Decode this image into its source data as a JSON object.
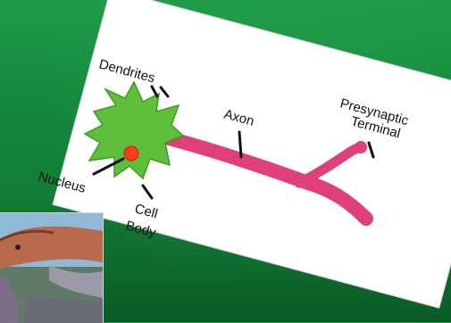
{
  "diagram": {
    "labels": {
      "dendrites": "Dendrites",
      "axon": "Axon",
      "presynaptic_line1": "Presynaptic",
      "presynaptic_line2": "Terminal",
      "nucleus": "Nucleus",
      "cell_line1": "Cell",
      "cell_line2": "Body"
    },
    "colors": {
      "background": "#13843a",
      "card": "#ffffff",
      "cell_body": "#5fbf3a",
      "nucleus": "#ff3b1f",
      "axon": "#e0407a"
    }
  },
  "photo": {
    "subject": "dinosaur-image"
  }
}
